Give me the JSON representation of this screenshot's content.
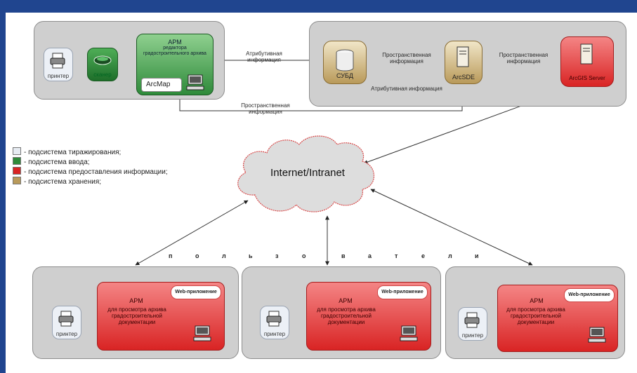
{
  "colors": {
    "frame": "#1f3f86",
    "panel": "#cfcfcf",
    "green": "#2e8a3a",
    "red": "#d92424",
    "tan": "#b99a5a",
    "light": "#e6ebf2"
  },
  "top_left": {
    "printer_label": "принтер",
    "scanner_label": "сканер",
    "arm_title": "АРМ",
    "arm_subtitle": "редактора градостроительного архива",
    "arcmap_label": "ArcMap"
  },
  "top_right": {
    "dbms_label": "СУБД",
    "arcsde_label": "ArcSDE",
    "arcgis_label": "ArcGIS Server",
    "spatial_label_1": "Пространственная информация",
    "spatial_label_2": "Пространственная информация",
    "attr_label_bottom": "Атрибутивная информация"
  },
  "connectors": {
    "attr_label_top": "Атрибутивная информация",
    "spatial_label_bottom": "Пространственная информация"
  },
  "legend": [
    {
      "text": "- подсистема тиражирования;",
      "color": "#e6ebf2"
    },
    {
      "text": "- подсистема ввода;",
      "color": "#2e8a3a"
    },
    {
      "text": "- подсистема предоставления информации;",
      "color": "#d92424"
    },
    {
      "text": "- подсистема хранения;",
      "color": "#b99a5a"
    }
  ],
  "cloud_label": "Internet/Intranet",
  "users_letters": [
    "п",
    "о",
    "л",
    "ь",
    "з",
    "о",
    "в",
    "а",
    "т",
    "е",
    "л",
    "и"
  ],
  "bottom_panels": [
    {
      "printer_label": "принтер",
      "arm_title": "АРМ",
      "arm_subtitle": "для просмотра архива градостроительной документации",
      "web_label": "Web-приложение"
    },
    {
      "printer_label": "принтер",
      "arm_title": "АРМ",
      "arm_subtitle": "для просмотра архива градостроительной документации",
      "web_label": "Web-приложение"
    },
    {
      "printer_label": "принтер",
      "arm_title": "АРМ",
      "arm_subtitle": "для просмотра архива градостроительной документации",
      "web_label": "Web-приложение"
    }
  ]
}
